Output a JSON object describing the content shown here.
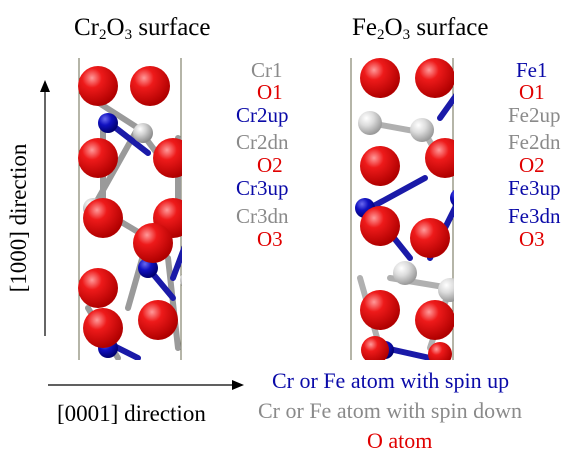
{
  "titles": {
    "left": {
      "element": "Cr",
      "sub1": "2",
      "mid": "O",
      "sub2": "3",
      "suffix": " surface"
    },
    "right": {
      "element": "Fe",
      "sub1": "2",
      "mid": "O",
      "sub2": "3",
      "suffix": " surface"
    }
  },
  "cr_labels": [
    "Cr1",
    "O1",
    "Cr2up",
    "Cr2dn",
    "O2",
    "Cr3up",
    "Cr3dn",
    "O3"
  ],
  "fe_labels": [
    "Fe1",
    "O1",
    "Fe2up",
    "Fe2dn",
    "O2",
    "Fe3up",
    "Fe3dn",
    "O3"
  ],
  "axes": {
    "vertical": "[1000] direction",
    "horizontal": "[0001] direction"
  },
  "legend": {
    "spin_up": "Cr or Fe atom with spin up",
    "spin_down": "Cr or Fe atom with spin down",
    "o_atom": "O atom"
  },
  "colors": {
    "spin_up": "#0a0aa8",
    "spin_down": "#8a8a8a",
    "oxygen": "#e00000"
  }
}
